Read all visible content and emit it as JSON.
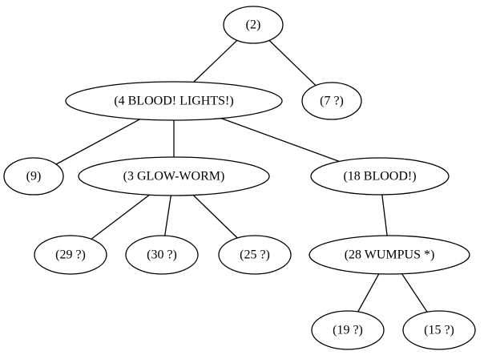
{
  "tree": {
    "nodes": [
      {
        "id": "n2",
        "label": "(2)"
      },
      {
        "id": "n4",
        "label": "(4 BLOOD! LIGHTS!)"
      },
      {
        "id": "n7",
        "label": "(7 ?)"
      },
      {
        "id": "n9",
        "label": "(9)"
      },
      {
        "id": "n3",
        "label": "(3 GLOW-WORM)"
      },
      {
        "id": "n18",
        "label": "(18 BLOOD!)"
      },
      {
        "id": "n29",
        "label": "(29 ?)"
      },
      {
        "id": "n30",
        "label": "(30 ?)"
      },
      {
        "id": "n25",
        "label": "(25 ?)"
      },
      {
        "id": "n28",
        "label": "(28 WUMPUS *)"
      },
      {
        "id": "n19",
        "label": "(19 ?)"
      },
      {
        "id": "n15",
        "label": "(15 ?)"
      }
    ],
    "edges": [
      {
        "from": "n2",
        "to": "n4"
      },
      {
        "from": "n2",
        "to": "n7"
      },
      {
        "from": "n4",
        "to": "n9"
      },
      {
        "from": "n4",
        "to": "n3"
      },
      {
        "from": "n4",
        "to": "n18"
      },
      {
        "from": "n3",
        "to": "n29"
      },
      {
        "from": "n3",
        "to": "n30"
      },
      {
        "from": "n3",
        "to": "n25"
      },
      {
        "from": "n18",
        "to": "n28"
      },
      {
        "from": "n28",
        "to": "n19"
      },
      {
        "from": "n28",
        "to": "n15"
      }
    ]
  }
}
